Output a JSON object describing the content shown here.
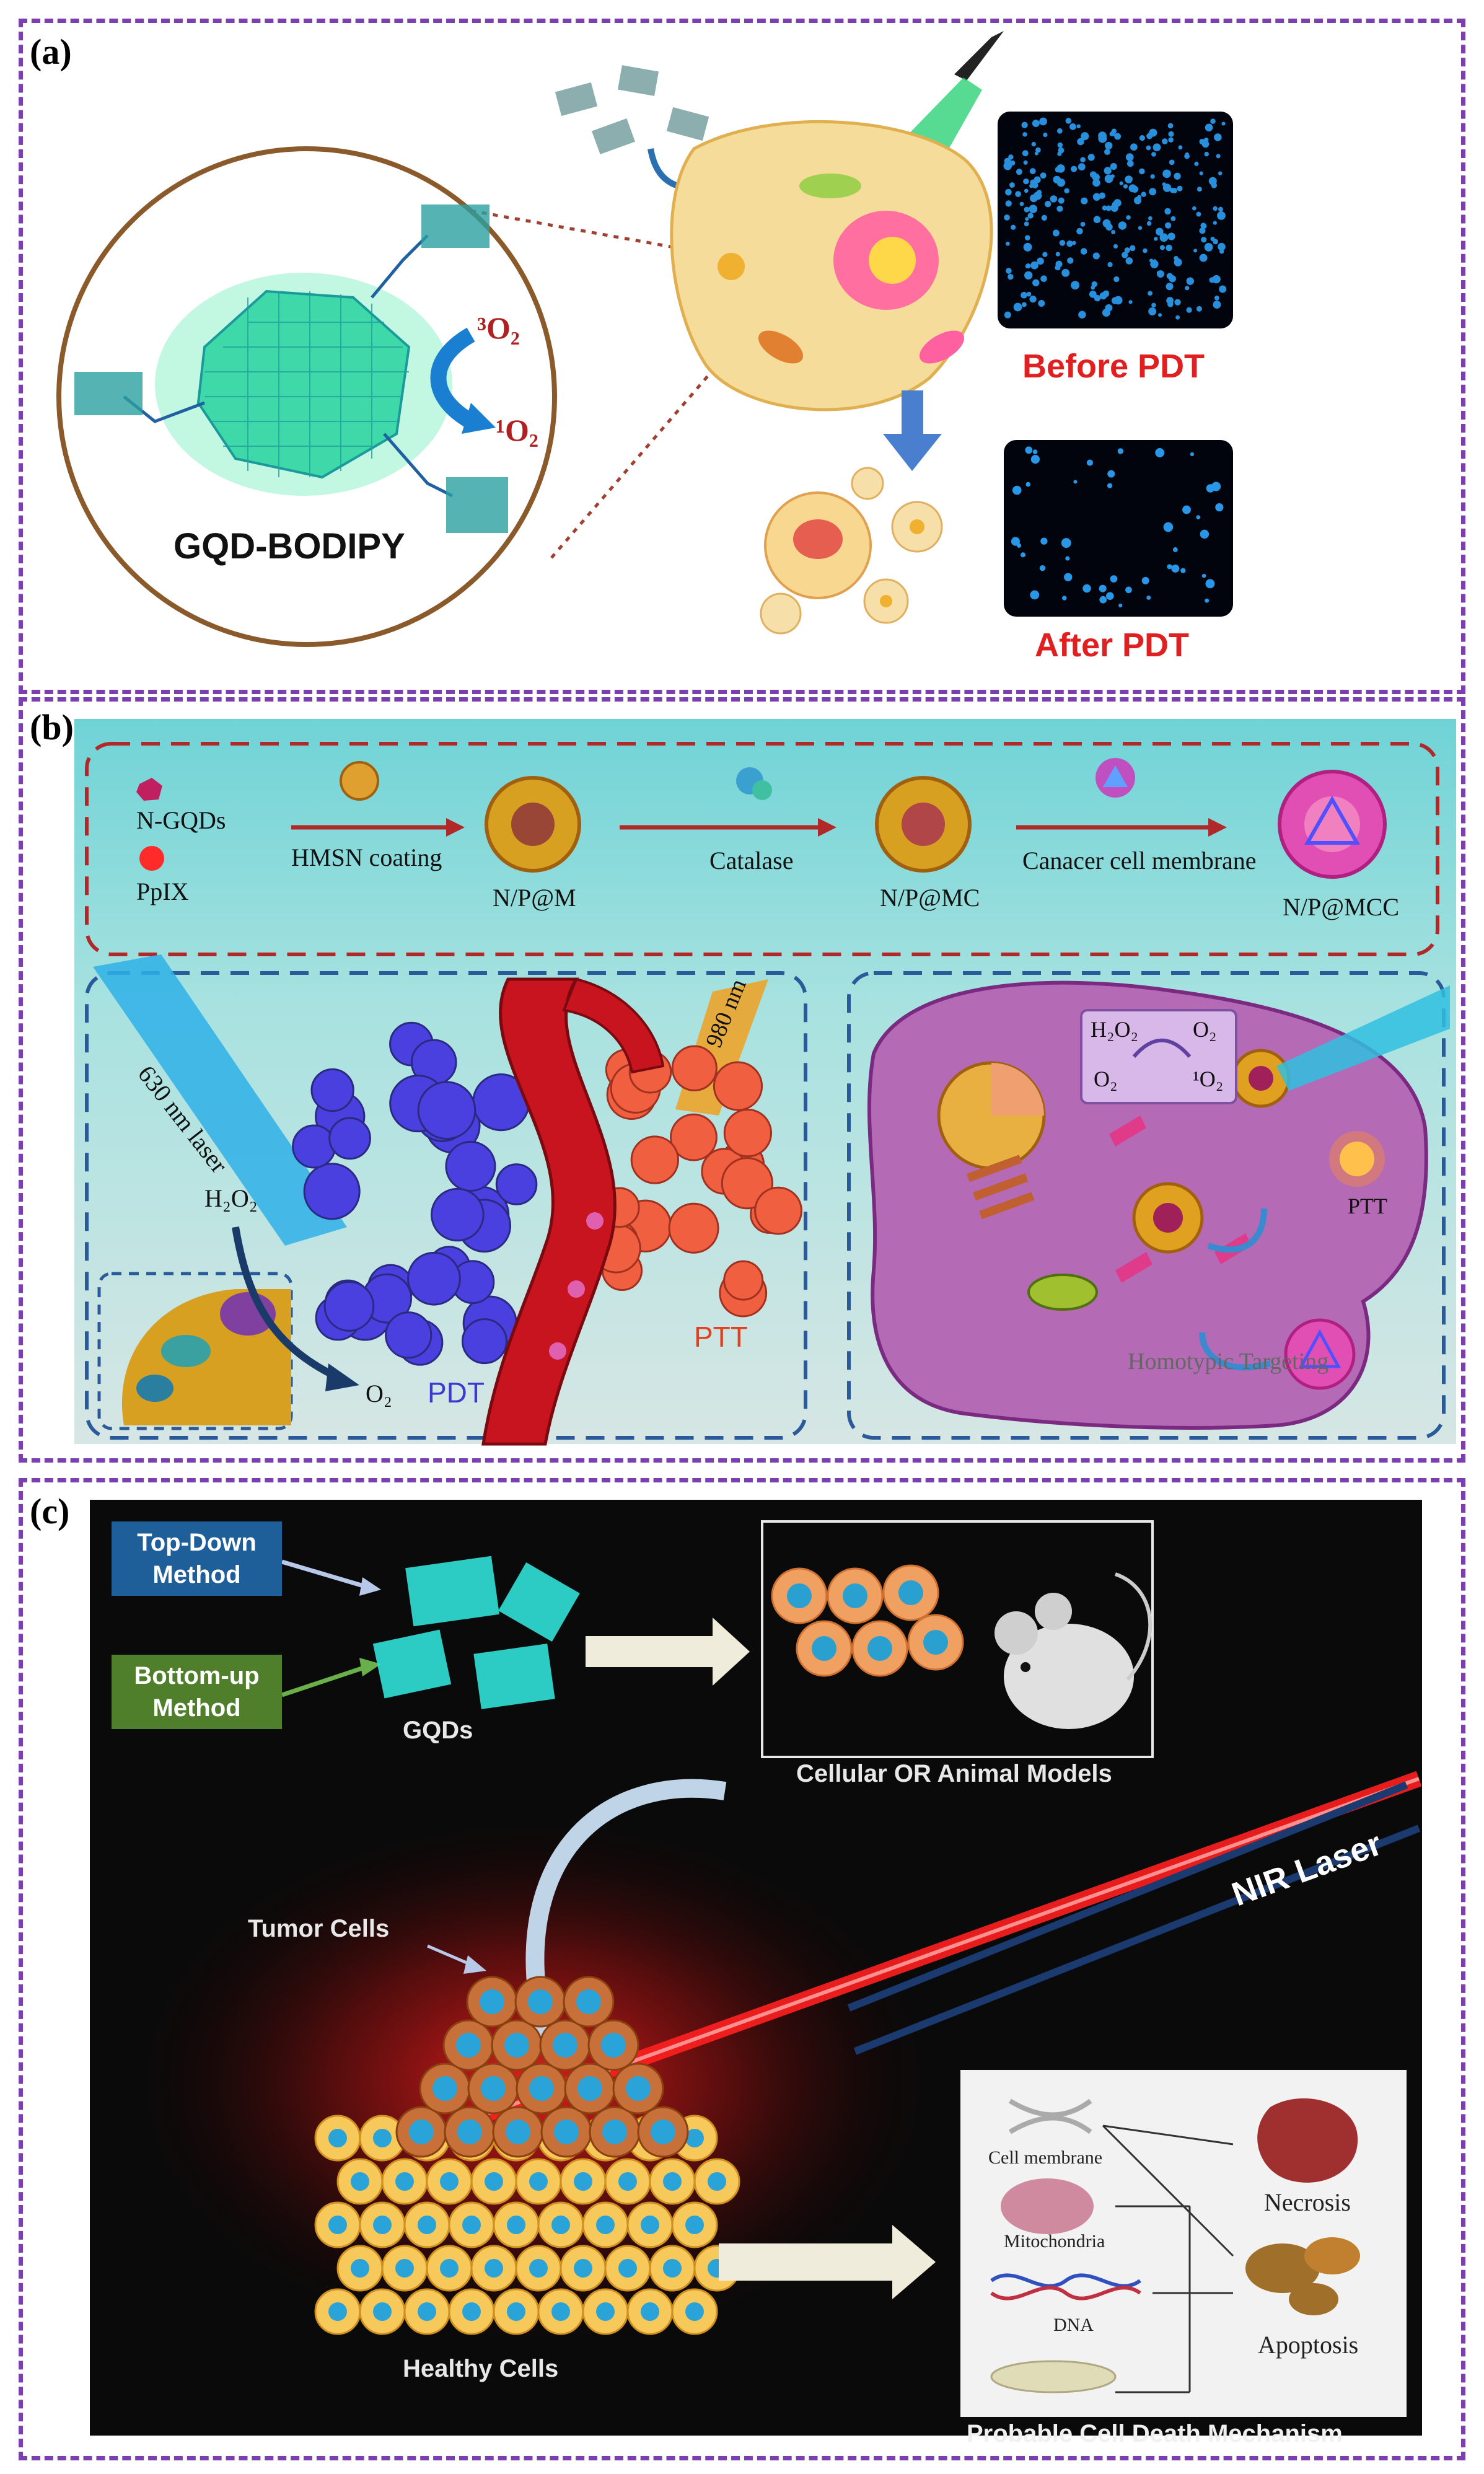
{
  "panels": {
    "a": {
      "label": "(a)",
      "molecule_label": "GQD-BODIPY",
      "triplet_o2": "³O₂",
      "singlet_o2": "¹O₂",
      "before_label": "Before PDT",
      "after_label": "After PDT"
    },
    "b": {
      "label": "(b)",
      "ngqds": "N-GQDs",
      "ppix": "PpIX",
      "hmsn": "HMSN coating",
      "np_m": "N/P@M",
      "catalase": "Catalase",
      "np_mc": "N/P@MC",
      "membrane": "Canacer cell membrane",
      "np_mcc": "N/P@MCC",
      "laser630": "630 nm laser",
      "laser980": "980 nm",
      "h2o2_left": "H₂O₂",
      "o2_left": "O₂",
      "pdt": "PDT",
      "ptt": "PTT",
      "h2o2_right": "H₂O₂",
      "o2_right_top": "O₂",
      "o2_right_bottom": "O₂",
      "singlet_right": "¹O₂",
      "ptt_right": "PTT",
      "homotypic": "Homotypic Targeting"
    },
    "c": {
      "label": "(c)",
      "topdown": "Top-Down Method",
      "bottomup": "Bottom-up Method",
      "gqds": "GQDs",
      "models": "Cellular OR Animal Models",
      "nir": "NIR Laser",
      "tumor": "Tumor Cells",
      "healthy": "Healthy Cells",
      "cell_membrane": "Cell membrane",
      "mitochondria": "Mitochondria",
      "dna": "DNA",
      "necrosis": "Necrosis",
      "apoptosis": "Apoptosis",
      "mechanism": "Probable Cell Death Mechanism"
    }
  },
  "colors": {
    "border": "#7b3fb0",
    "red_label": "#e02020",
    "gqd_green": "#56e0b0",
    "panel_b_bg": "#7fd6d6",
    "panel_c_bg": "#0a0a0a"
  }
}
